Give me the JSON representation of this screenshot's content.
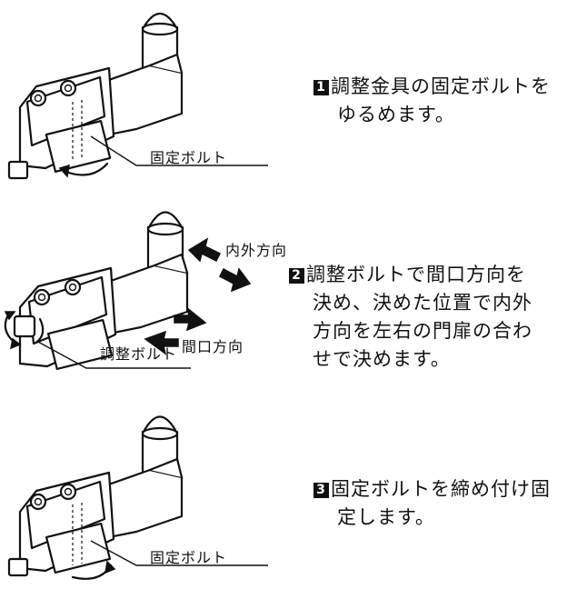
{
  "steps": [
    {
      "num": "1",
      "lines": [
        "調整金具の固定ボルトを",
        "ゆるめます。"
      ]
    },
    {
      "num": "2",
      "lines": [
        "調整ボルトで間口方向を",
        "決め、決めた位置で内外",
        "方向を左右の門扉の合わ",
        "せで決めます。"
      ]
    },
    {
      "num": "3",
      "lines": [
        "固定ボルトを締め付け固",
        "定します。"
      ]
    }
  ],
  "labels": {
    "fixing_bolt_1": "固定ボルト",
    "inner_outer_direction": "内外方向",
    "frontage_direction": "間口方向",
    "adjusting_bolt": "調整ボルト",
    "fixing_bolt_3": "固定ボルト"
  },
  "icons": [
    "hinge-bracket-illustration",
    "rotation-arrow-icon",
    "direction-arrow-icon"
  ]
}
